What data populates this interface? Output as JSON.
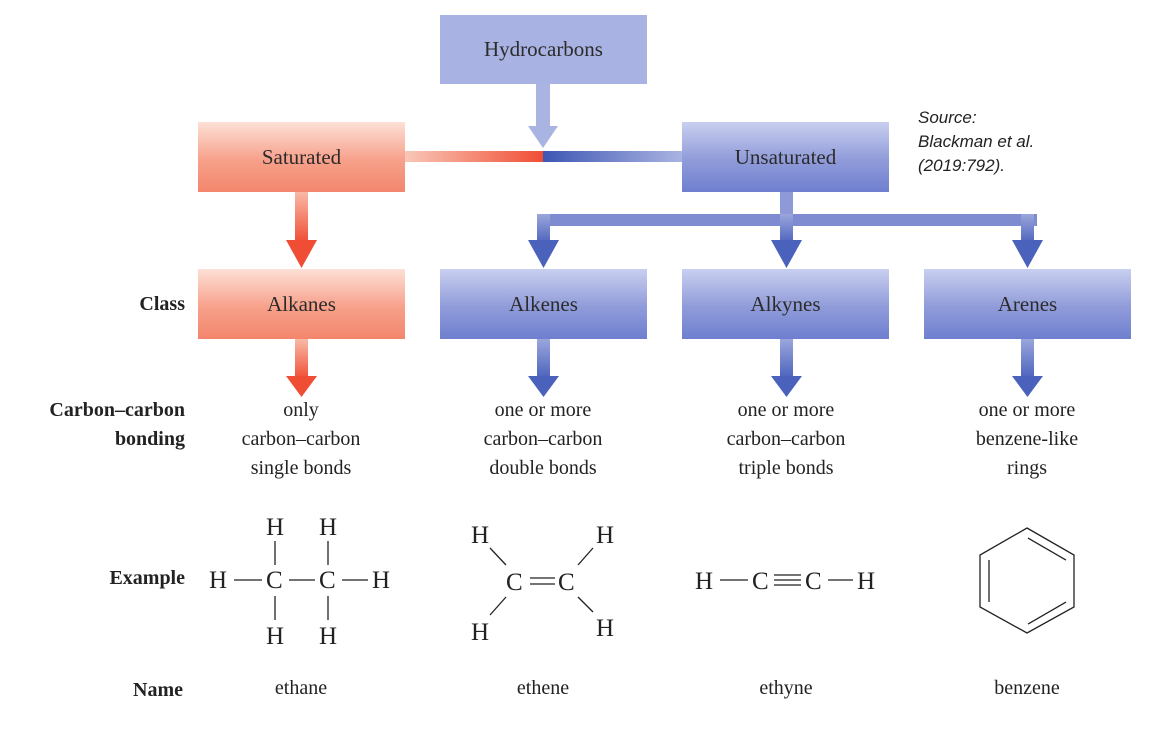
{
  "top": {
    "label": "Hydrocarbons"
  },
  "saturated": {
    "label": "Saturated"
  },
  "unsaturated": {
    "label": "Unsaturated"
  },
  "source": {
    "line1": "Source:",
    "line2": "Blackman et al.",
    "line3": "(2019:792)."
  },
  "row_labels": {
    "class": "Class",
    "bonding_1": "Carbon–carbon",
    "bonding_2": "bonding",
    "example": "Example",
    "name": "Name"
  },
  "classes": [
    {
      "label": "Alkanes",
      "bonding": [
        "only",
        "carbon–carbon",
        "single bonds"
      ],
      "name": "ethane"
    },
    {
      "label": "Alkenes",
      "bonding": [
        "one or more",
        "carbon–carbon",
        "double bonds"
      ],
      "name": "ethene"
    },
    {
      "label": "Alkynes",
      "bonding": [
        "one or more",
        "carbon–carbon",
        "triple bonds"
      ],
      "name": "ethyne"
    },
    {
      "label": "Arenes",
      "bonding": [
        "one or more",
        "benzene-like",
        "rings"
      ],
      "name": "benzene"
    }
  ],
  "atoms": {
    "hydrogen": "H",
    "carbon": "C"
  },
  "colors": {
    "saturated": "#f36b4f",
    "unsaturated": "#5a6fc4",
    "top": "#a9b3e3"
  }
}
